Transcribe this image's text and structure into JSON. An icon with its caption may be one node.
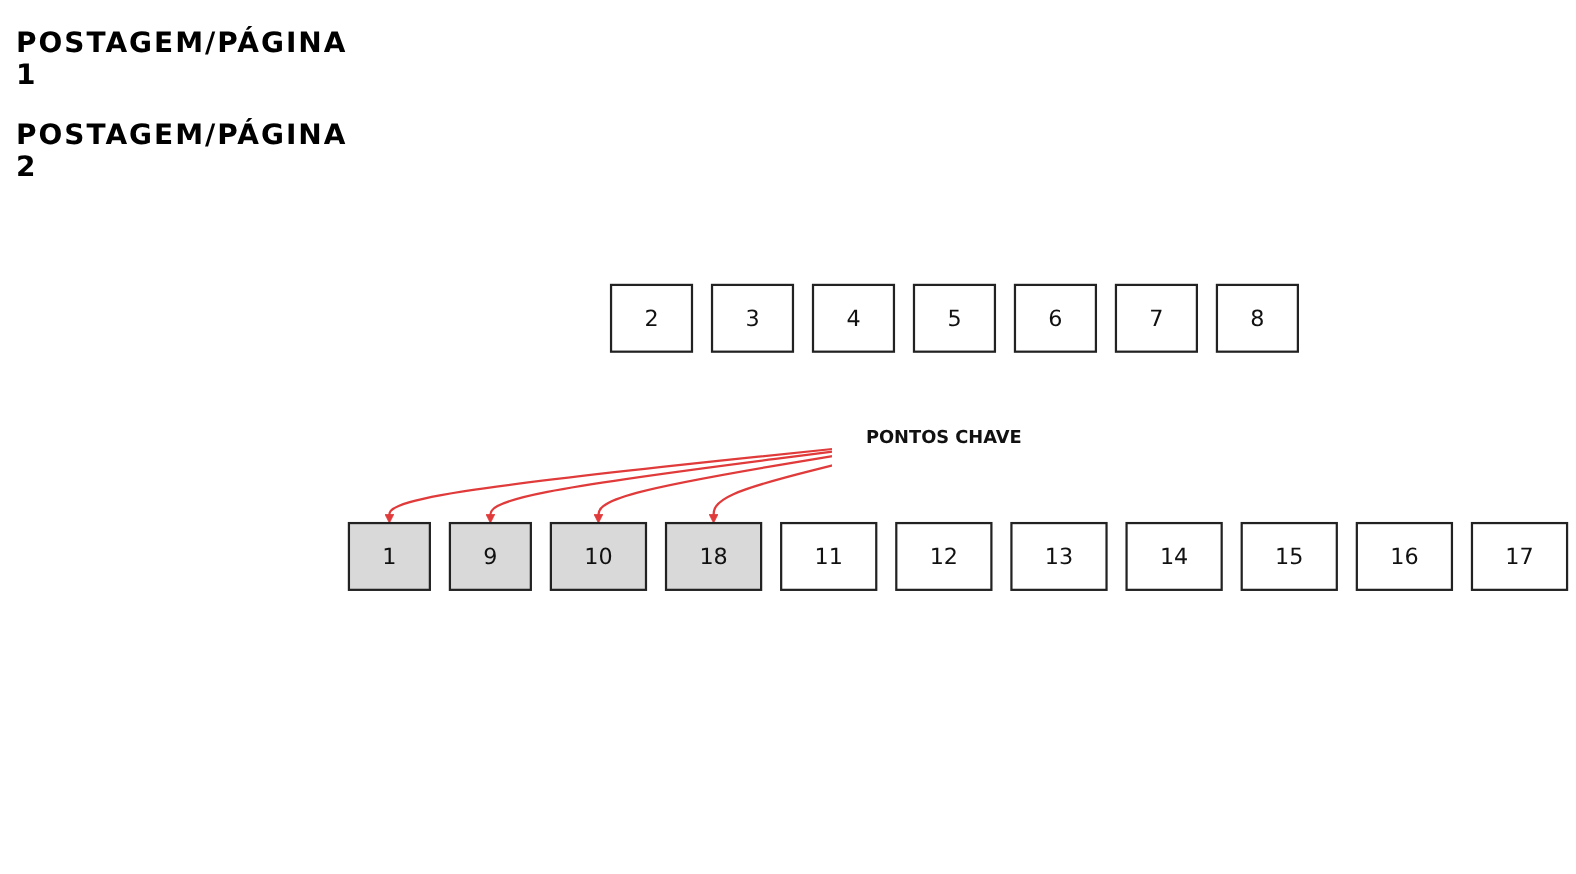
{
  "diagram": {
    "nodes": [
      {
        "text": [
          "1"
        ]
      },
      {
        "text": [
          "2"
        ]
      },
      {
        "text": [
          "3"
        ]
      },
      {
        "text": [
          "4"
        ]
      },
      {
        "text": [
          "5"
        ]
      },
      {
        "text": [
          "6"
        ]
      },
      {
        "text": [
          "7"
        ]
      },
      {
        "text": [
          "8"
        ]
      },
      {
        "text": [
          "9"
        ]
      },
      {
        "text": [
          "PONTOS CHAVE"
        ]
      },
      {
        "text": [
          "10"
        ]
      },
      {
        "text": [
          "11"
        ]
      },
      {
        "text": [
          "12"
        ]
      },
      {
        "text": [
          "13"
        ]
      },
      {
        "text": [
          "14"
        ]
      },
      {
        "text": [
          "15"
        ]
      },
      {
        "text": [
          "16"
        ]
      },
      {
        "text": [
          "17"
        ]
      },
      {
        "text": [
          "18"
        ]
      }
    ],
    "edges": [
      {
        "from": 9,
        "to": 0,
        "arrow": "to",
        "color": "#e03a3a"
      },
      {
        "from": 9,
        "to": 8,
        "arrow": "to",
        "color": "#e03a3a"
      },
      {
        "from": 9,
        "to": 10,
        "arrow": "to",
        "color": "#e03a3a"
      },
      {
        "from": 9,
        "to": 18,
        "arrow": "to",
        "color": "#e03a3a"
      }
    ],
    "labels": [
      "POSTAGEM/PÁGINA 1",
      "POSTAGEM/PÁGINA 2"
    ]
  }
}
